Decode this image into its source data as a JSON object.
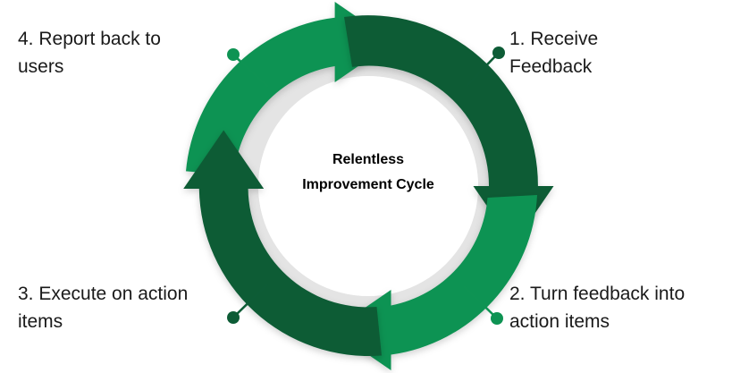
{
  "diagram": {
    "type": "cycle",
    "center_label": "Relentless\nImprovement\nCycle",
    "colors": {
      "light_green": "#0e9353",
      "dark_green": "#0d5c36",
      "ring_grey": "#e4e4e4",
      "inner_white": "#ffffff",
      "text": "#1a1a1a",
      "background": "#ffffff"
    },
    "steps": [
      {
        "number": "1",
        "label": "1. Receive\nFeedback",
        "segment_color": "#0d5c36",
        "dot_color": "#0d5c36",
        "position": "top-right"
      },
      {
        "number": "2",
        "label": "2. Turn feedback into\naction items",
        "segment_color": "#0e9353",
        "dot_color": "#0e9353",
        "position": "bottom-right"
      },
      {
        "number": "3",
        "label": "3. Execute on action\nitems",
        "segment_color": "#0d5c36",
        "dot_color": "#0d5c36",
        "position": "bottom-left"
      },
      {
        "number": "4",
        "label": "4. Report back to\nusers",
        "segment_color": "#0e9353",
        "dot_color": "#0e9353",
        "position": "top-left"
      }
    ]
  }
}
